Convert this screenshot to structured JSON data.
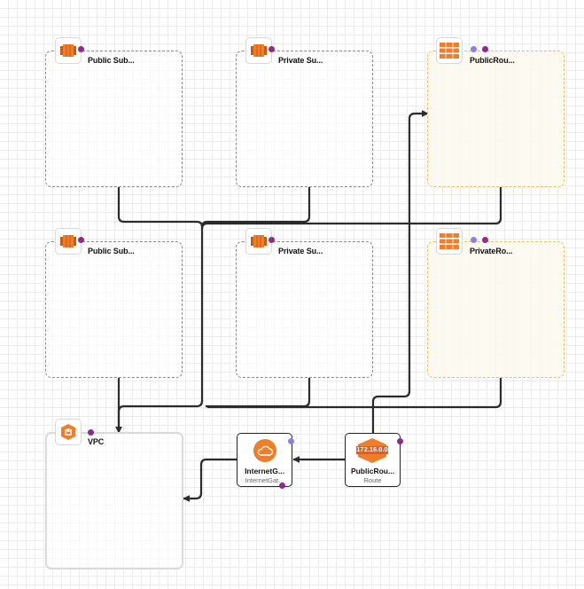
{
  "subnets": [
    {
      "label": "Public Sub..."
    },
    {
      "label": "Private Su..."
    },
    {
      "label": "Public Sub..."
    },
    {
      "label": "Private Su..."
    }
  ],
  "route_tables": [
    {
      "label": "PublicRou..."
    },
    {
      "label": "PrivateRo..."
    }
  ],
  "vpc": {
    "label": "VPC"
  },
  "internet_gateway": {
    "label": "InternetG...",
    "sublabel": "InternetGat..."
  },
  "route": {
    "label": "PublicRou...",
    "sublabel": "Route",
    "cidr": "172.16.0.0"
  },
  "colors": {
    "purple_dot": "#8b2c8b",
    "lavender_dot": "#8f7cf2",
    "orange": "#ef7d2a",
    "wire": "#2b2b2b"
  }
}
